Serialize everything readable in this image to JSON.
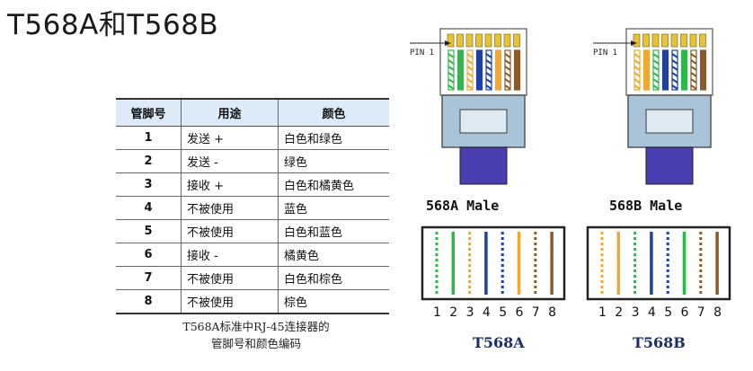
{
  "title": "T568A和T568B",
  "table": {
    "headers": [
      "管脚号",
      "用途",
      "颜色"
    ],
    "rows": [
      [
        "1",
        "发送 +",
        "白色和绿色"
      ],
      [
        "2",
        "发送 -",
        "绿色"
      ],
      [
        "3",
        "接收 +",
        "白色和橘黄色"
      ],
      [
        "4",
        "不被使用",
        "蓝色"
      ],
      [
        "5",
        "不被使用",
        "白色和蓝色"
      ],
      [
        "6",
        "接收 -",
        "橘黄色"
      ],
      [
        "7",
        "不被使用",
        "白色和棕色"
      ],
      [
        "8",
        "不被使用",
        "棕色"
      ]
    ]
  },
  "caption": {
    "line1": "T568A标准中RJ-45连接器的",
    "line2": "管脚号和颜色编码"
  },
  "connectors": [
    {
      "pin_label": "PIN 1",
      "male_label": "568A Male",
      "standard_label": "T568A",
      "pin_numbers": [
        "1",
        "2",
        "3",
        "4",
        "5",
        "6",
        "7",
        "8"
      ],
      "wires": [
        {
          "color": "#2fb84a",
          "striped": true
        },
        {
          "color": "#2fb84a",
          "striped": false
        },
        {
          "color": "#f0a830",
          "striped": true
        },
        {
          "color": "#1f3fa8",
          "striped": false
        },
        {
          "color": "#1f3fa8",
          "striped": true
        },
        {
          "color": "#f0a830",
          "striped": false
        },
        {
          "color": "#8a5a2b",
          "striped": true
        },
        {
          "color": "#8a5a2b",
          "striped": false
        }
      ]
    },
    {
      "pin_label": "PIN 1",
      "male_label": "568B Male",
      "standard_label": "T568B",
      "pin_numbers": [
        "1",
        "2",
        "3",
        "4",
        "5",
        "6",
        "7",
        "8"
      ],
      "wires": [
        {
          "color": "#f0a830",
          "striped": true
        },
        {
          "color": "#f0a830",
          "striped": false
        },
        {
          "color": "#2fb84a",
          "striped": true
        },
        {
          "color": "#1f3fa8",
          "striped": false
        },
        {
          "color": "#1f3fa8",
          "striped": true
        },
        {
          "color": "#2fb84a",
          "striped": false
        },
        {
          "color": "#8a5a2b",
          "striped": true
        },
        {
          "color": "#8a5a2b",
          "striped": false
        }
      ]
    }
  ],
  "colors": {
    "connector_body": "#a9c3d8",
    "connector_boot": "#4a3fb0",
    "table_header_bg": "#ddeaf7"
  }
}
